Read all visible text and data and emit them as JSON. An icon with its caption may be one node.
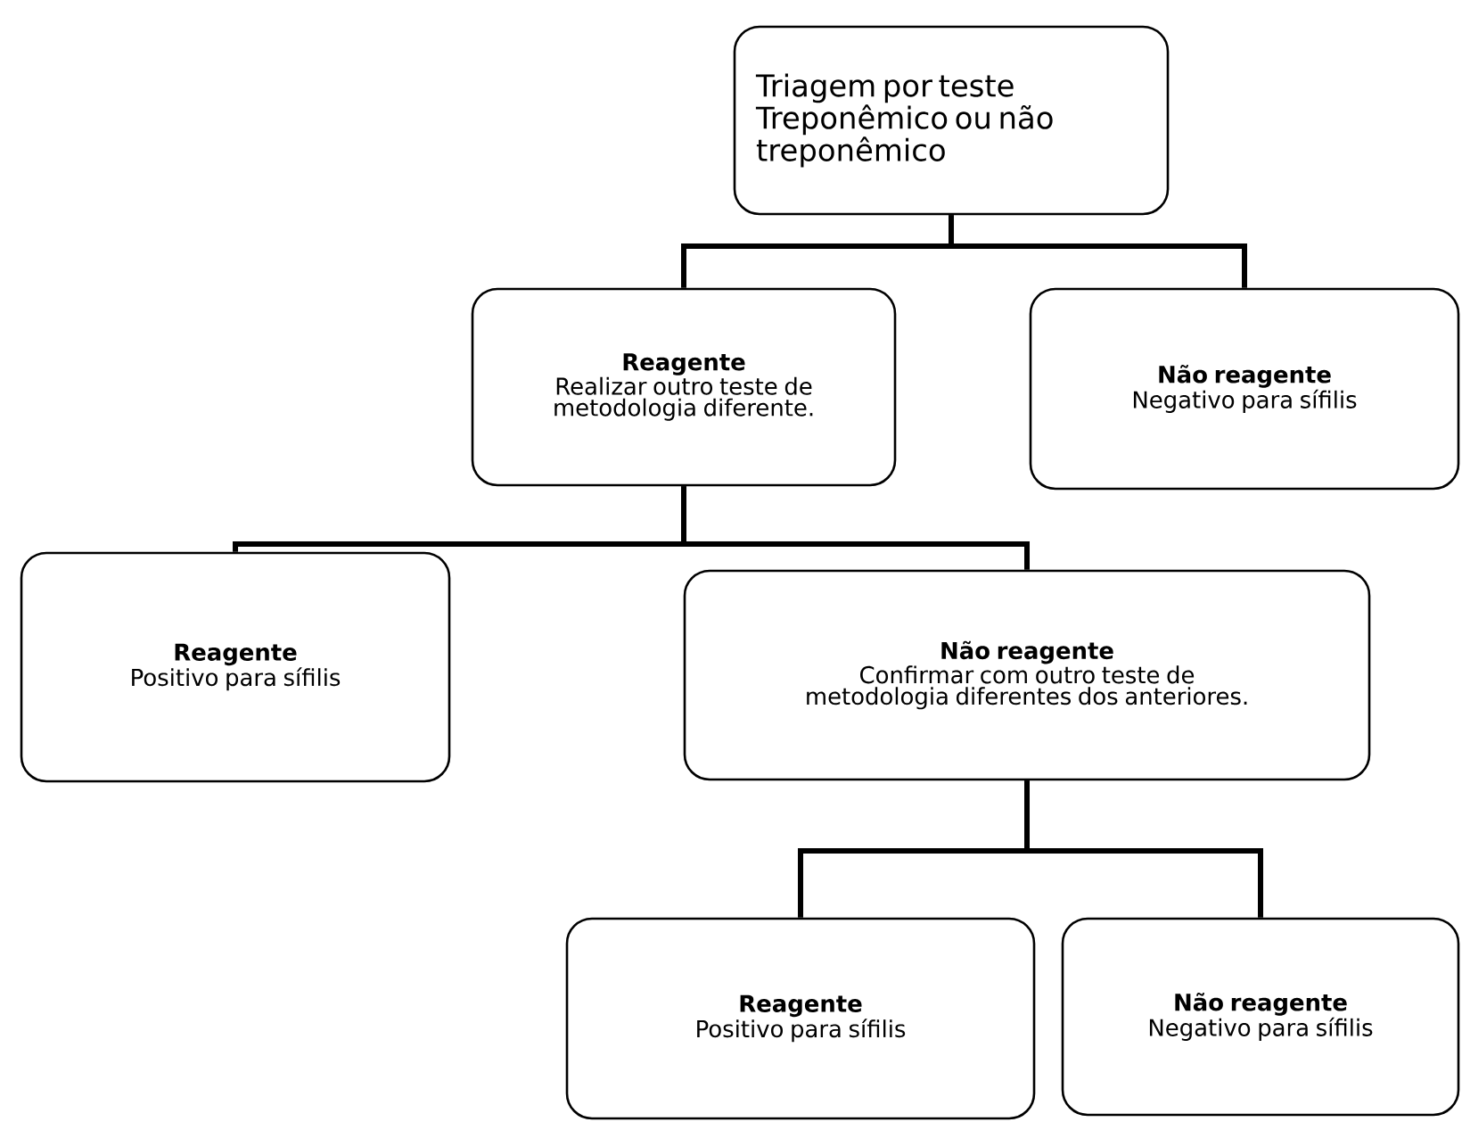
{
  "diagram": {
    "nodes": [
      {
        "text": [
          "Triagem por teste Treponêmico ou não treponêmico"
        ]
      },
      {
        "text": [
          "Reagente",
          "Realizar outro teste de metodologia diferente."
        ]
      },
      {
        "text": [
          "Não reagente",
          "Negativo para sífilis"
        ]
      },
      {
        "text": [
          "Reagente",
          "Positivo para sífilis"
        ]
      },
      {
        "text": [
          "Não reagente",
          "Confirmar com outro teste de metodologia diferentes dos anteriores."
        ]
      },
      {
        "text": [
          "Reagente",
          "Positivo para sífilis"
        ]
      },
      {
        "text": [
          "Não reagente",
          "Negativo para sífilis"
        ]
      }
    ],
    "edges": [
      {
        "from": 0,
        "to": 1,
        "arrow": "none"
      },
      {
        "from": 0,
        "to": 2,
        "arrow": "none"
      },
      {
        "from": 1,
        "to": 3,
        "arrow": "none"
      },
      {
        "from": 1,
        "to": 4,
        "arrow": "none"
      },
      {
        "from": 4,
        "to": 5,
        "arrow": "none"
      },
      {
        "from": 4,
        "to": 6,
        "arrow": "none"
      }
    ]
  }
}
